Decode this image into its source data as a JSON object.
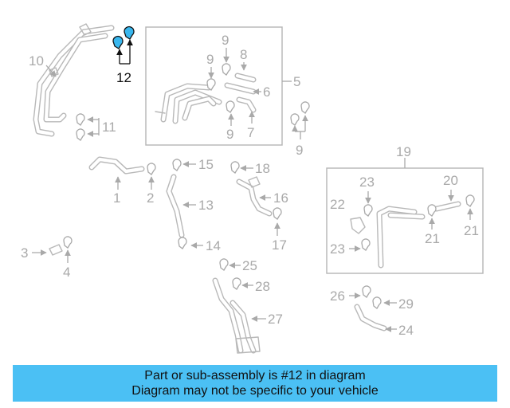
{
  "callouts": {
    "n1": "1",
    "n2": "2",
    "n3": "3",
    "n4": "4",
    "n5": "5",
    "n6": "6",
    "n7": "7",
    "n8": "8",
    "n9a": "9",
    "n9b": "9",
    "n9c": "9",
    "n9d": "9",
    "n10": "10",
    "n11": "11",
    "n12": "12",
    "n13": "13",
    "n14": "14",
    "n15": "15",
    "n16": "16",
    "n17": "17",
    "n18": "18",
    "n19": "19",
    "n20": "20",
    "n21a": "21",
    "n21b": "21",
    "n22": "22",
    "n23a": "23",
    "n23b": "23",
    "n24": "24",
    "n25": "25",
    "n26": "26",
    "n27": "27",
    "n28": "28",
    "n29": "29"
  },
  "highlight": {
    "part_number": "12",
    "color": "#39b7ee"
  },
  "banner": {
    "line1": "Part or sub-assembly is #12 in diagram",
    "line2": "Diagram may not be specific to your vehicle",
    "background": "#4bc0f4"
  }
}
